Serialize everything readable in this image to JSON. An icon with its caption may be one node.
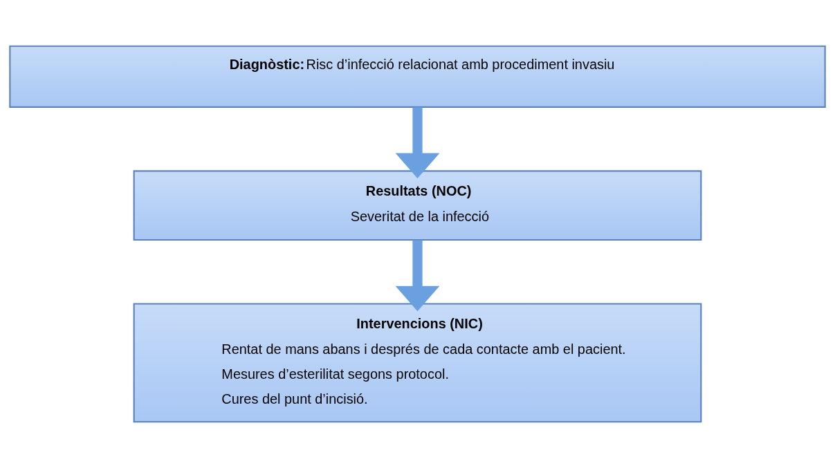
{
  "diagram": {
    "nodes": [
      {
        "text": [
          "Diagnòstic:",
          "Risc d’infecció relacionat amb procediment invasiu"
        ]
      },
      {
        "text": [
          "Resultats (NOC)",
          "Severitat de la infecció"
        ]
      },
      {
        "text": [
          "Intervencions (NIC)",
          "Rentat de mans abans i després de cada contacte amb el pacient.",
          "Mesures d’esterilitat segons protocol.",
          "Cures del punt d’incisió."
        ]
      }
    ],
    "edges": [
      {
        "from": 0,
        "to": 1,
        "arrow": "to"
      },
      {
        "from": 1,
        "to": 2,
        "arrow": "to"
      }
    ]
  }
}
